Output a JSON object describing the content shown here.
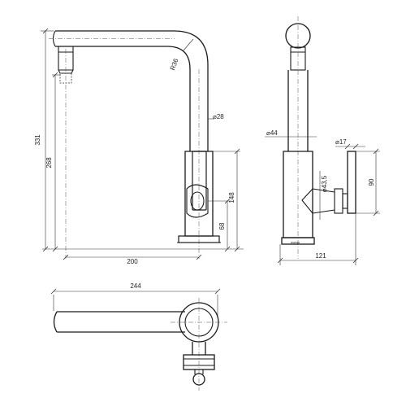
{
  "side_view": {
    "dim_total_height": "331",
    "dim_spout_height": "268",
    "dim_spout_reach": "200",
    "dim_body_height": "148",
    "dim_lever_height": "68",
    "dim_bend_radius": "R36",
    "dim_tube_diameter": "⌀28"
  },
  "front_view": {
    "dim_column_diameter": "⌀44",
    "dim_lever_diameter": "⌀17",
    "dim_base_diameter": "⌀43,5",
    "dim_lever_length": "90",
    "dim_depth": "121"
  },
  "top_view": {
    "dim_width": "244"
  }
}
